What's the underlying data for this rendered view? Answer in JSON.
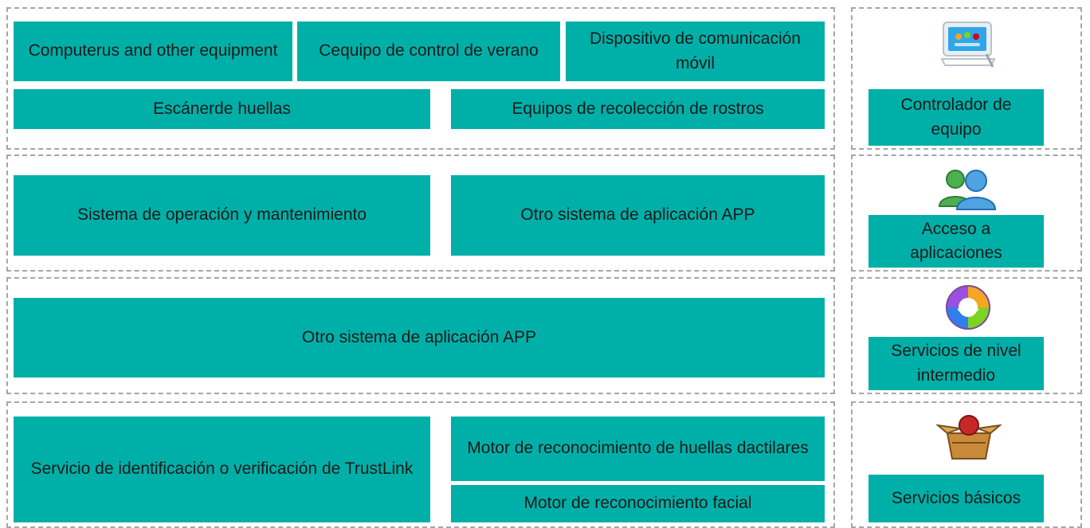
{
  "layers": [
    {
      "id": "device",
      "boxes": [
        {
          "text": "Computerus and other equipment"
        },
        {
          "text": "Cequipo de control de verano"
        },
        {
          "text": "Dispositivo de comunicación móvil"
        },
        {
          "text": "Escánerde huellas"
        },
        {
          "text": "Equipos de recolección de rostros"
        }
      ],
      "side": {
        "label": "Controlador de equipo",
        "icon": "tablet-terminal-icon"
      }
    },
    {
      "id": "application",
      "boxes": [
        {
          "text": "Sistema de operación y mantenimiento"
        },
        {
          "text": "Otro sistema de aplicación APP"
        }
      ],
      "side": {
        "label": "Acceso a aplicaciones",
        "icon": "users-icon"
      }
    },
    {
      "id": "middleware",
      "boxes": [
        {
          "text": "Otro sistema de aplicación APP"
        }
      ],
      "side": {
        "label": "Servicios de nivel intermedio",
        "icon": "colorful-ring-icon"
      }
    },
    {
      "id": "basic",
      "boxes": [
        {
          "text": "Servicio de identificación o verificación de TrustLink"
        },
        {
          "text": "Motor de reconocimiento de huellas dactilares"
        },
        {
          "text": "Motor de reconocimiento facial"
        }
      ],
      "side": {
        "label": "Servicios básicos",
        "icon": "open-gift-box-icon"
      }
    }
  ],
  "colors": {
    "box_fill": "#00b0a8",
    "dashed_border": "#a6a6a6",
    "text": "#1a1a1a"
  }
}
